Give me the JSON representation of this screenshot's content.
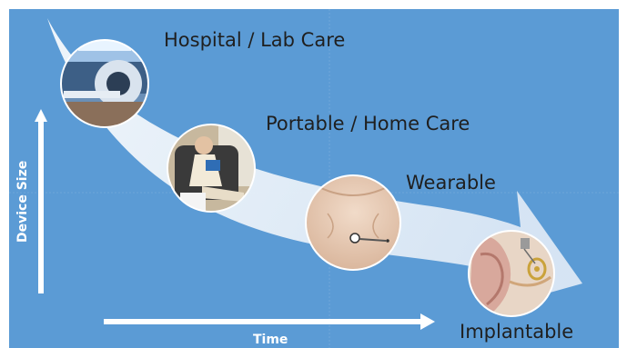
{
  "stages": [
    {
      "label": "Hospital / Lab Care",
      "image": "mri-scanner-room"
    },
    {
      "label": "Portable / Home Care",
      "image": "woman-reading-with-portable-device"
    },
    {
      "label": "Wearable",
      "image": "chest-patch-sensor"
    },
    {
      "label": "Implantable",
      "image": "cochlear-implant-ear"
    }
  ],
  "axes": {
    "y_label": "Device Size",
    "x_label": "Time"
  },
  "colors": {
    "background": "#5b9bd5",
    "arrow": "#dce8f5",
    "text": "#1f1f1f",
    "axis": "#ffffff"
  }
}
